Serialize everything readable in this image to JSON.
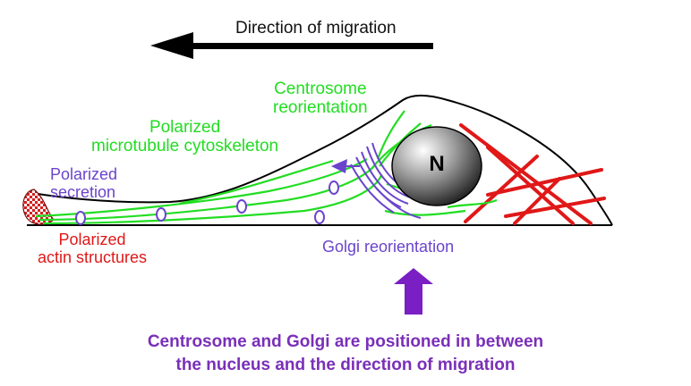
{
  "labels": {
    "direction": "Direction of migration",
    "centrosome_line1": "Centrosome",
    "centrosome_line2": "reorientation",
    "microtubule_line1": "Polarized",
    "microtubule_line2": "microtubule cytoskeleton",
    "secretion_line1": "Polarized",
    "secretion_line2": "secretion",
    "actin_line1": "Polarized",
    "actin_line2": "actin structures",
    "golgi": "Golgi reorientation",
    "nucleus": "N"
  },
  "caption": {
    "line1": "Centrosome and Golgi are positioned in between",
    "line2": "the nucleus and the direction of migration"
  },
  "colors": {
    "microtubules": "#22dd22",
    "golgi": "#6b44cc",
    "actin": "#e01818",
    "caption": "#7a2fb8",
    "arrow": "#000000",
    "up_arrow": "#7a1fc4"
  }
}
